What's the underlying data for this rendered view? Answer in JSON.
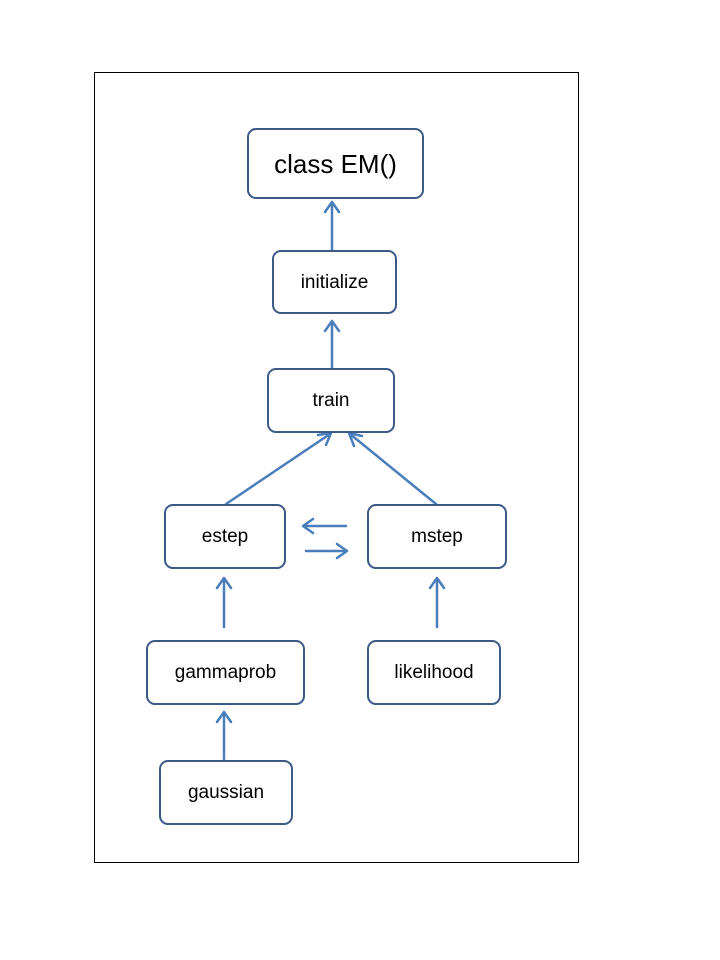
{
  "diagram": {
    "nodes": {
      "em": "class EM()",
      "initialize": "initialize",
      "train": "train",
      "estep": "estep",
      "mstep": "mstep",
      "gammaprob": "gammaprob",
      "likelihood": "likelihood",
      "gaussian": "gaussian"
    },
    "edges": [
      {
        "from": "initialize",
        "to": "em"
      },
      {
        "from": "train",
        "to": "initialize"
      },
      {
        "from": "estep",
        "to": "train"
      },
      {
        "from": "mstep",
        "to": "train"
      },
      {
        "from": "mstep",
        "to": "estep"
      },
      {
        "from": "estep",
        "to": "mstep"
      },
      {
        "from": "gammaprob",
        "to": "estep"
      },
      {
        "from": "likelihood",
        "to": "mstep"
      },
      {
        "from": "gaussian",
        "to": "gammaprob"
      }
    ],
    "colors": {
      "node_border": "#3b5a87",
      "arrow": "#4a7ebb",
      "frame": "#000000"
    }
  }
}
